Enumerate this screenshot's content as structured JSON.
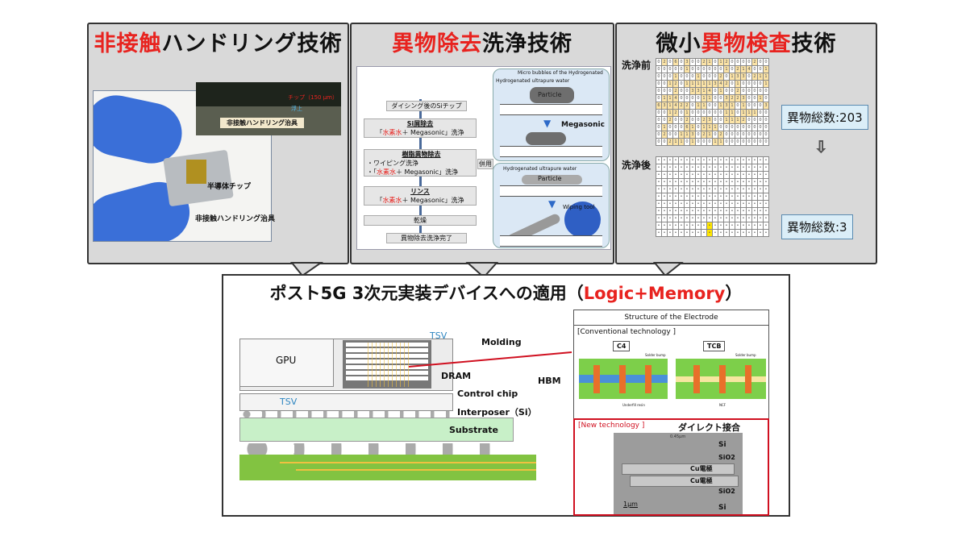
{
  "panels": {
    "handling": {
      "title_red": "非接触",
      "title_black": "ハンドリング技術",
      "chip_label": "チップ（150 μm）",
      "float_label": "浮上",
      "jig_label_inset": "非接触ハンドリング治具",
      "chip_callout": "半導体チップ",
      "jig_callout": "非接触ハンドリング治具"
    },
    "cleaning": {
      "title_red": "異物除去",
      "title_black": "洗浄技術",
      "flow": [
        {
          "text": "ダイシング後のSiチップ"
        },
        {
          "head": "Si屑除去",
          "pre": "「",
          "red": "水素水",
          "post": "＋ Megasonic」洗浄"
        },
        {
          "head": "樹脂異物除去",
          "line1": "・ワイピング洗浄",
          "pre": "・「",
          "red": "水素水",
          "post": "＋ Megasonic」洗浄",
          "side": "併用"
        },
        {
          "head": "リンス",
          "pre": "「",
          "red": "水素水",
          "post": "＋ Megasonic」洗浄"
        },
        {
          "text": "乾燥"
        },
        {
          "text": "異物除去洗浄完了"
        }
      ],
      "bubble1": {
        "micro": "Micro bubbles of the Hydrogenated",
        "water": "Hydrogenated ultrapure water",
        "particle": "Particle",
        "megasonic": "Megasonic"
      },
      "bubble2": {
        "water": "Hydrogenated ultrapure water",
        "particle": "Particle",
        "tool": "Wiping tool"
      }
    },
    "inspection": {
      "title_black1": "微小",
      "title_red": "異物検査",
      "title_black2": "技術",
      "before_label": "洗浄前",
      "after_label": "洗浄後",
      "before_count": "異物総数:203",
      "after_count": "異物総数:3",
      "before_grid": [
        [
          0,
          2,
          0,
          6,
          0,
          3,
          0,
          0,
          2,
          1,
          0,
          1,
          2,
          0,
          0,
          0,
          0,
          2,
          0,
          0
        ],
        [
          0,
          0,
          0,
          0,
          0,
          1,
          0,
          0,
          0,
          0,
          0,
          0,
          1,
          0,
          2,
          1,
          4,
          0,
          0,
          1
        ],
        [
          0,
          0,
          0,
          1,
          0,
          0,
          0,
          1,
          0,
          0,
          0,
          2,
          0,
          1,
          3,
          3,
          0,
          2,
          1,
          1
        ],
        [
          0,
          0,
          1,
          2,
          0,
          1,
          1,
          1,
          1,
          1,
          3,
          4,
          2,
          0,
          1,
          0,
          0,
          0,
          0,
          1
        ],
        [
          0,
          0,
          0,
          2,
          0,
          0,
          3,
          3,
          1,
          4,
          0,
          1,
          0,
          0,
          2,
          0,
          0,
          0,
          0,
          0
        ],
        [
          0,
          1,
          1,
          4,
          0,
          0,
          0,
          0,
          1,
          1,
          0,
          0,
          3,
          2,
          2,
          3,
          0,
          0,
          1,
          0
        ],
        [
          6,
          3,
          1,
          4,
          2,
          2,
          0,
          1,
          1,
          0,
          0,
          1,
          3,
          1,
          0,
          1,
          0,
          0,
          0,
          3
        ],
        [
          0,
          0,
          1,
          2,
          0,
          1,
          0,
          0,
          0,
          0,
          0,
          0,
          1,
          1,
          0,
          1,
          1,
          1,
          0,
          0
        ],
        [
          0,
          0,
          2,
          0,
          0,
          2,
          0,
          0,
          2,
          3,
          0,
          0,
          1,
          1,
          1,
          2,
          0,
          0,
          0,
          0
        ],
        [
          0,
          1,
          0,
          0,
          0,
          6,
          1,
          0,
          1,
          1,
          1,
          0,
          0,
          0,
          0,
          0,
          0,
          0,
          0,
          0
        ],
        [
          0,
          2,
          0,
          0,
          1,
          1,
          3,
          0,
          2,
          1,
          0,
          2,
          0,
          0,
          0,
          0,
          0,
          0,
          0,
          0
        ],
        [
          0,
          0,
          2,
          1,
          1,
          0,
          1,
          0,
          0,
          0,
          1,
          1,
          0,
          0,
          0,
          0,
          0,
          0,
          0,
          0
        ]
      ]
    }
  },
  "application": {
    "title_black": "ポスト5G 3次元実装デバイスへの適用（",
    "title_red": "Logic+Memory",
    "title_end": "）",
    "package": {
      "tsv_top": "TSV",
      "molding": "Molding",
      "gpu": "GPU",
      "dram": "DRAM",
      "hbm": "HBM",
      "control": "Control chip",
      "tsv_bottom": "TSV",
      "interposer": "Interposer（Si）",
      "substrate": "Substrate"
    },
    "electrode": {
      "title": "Structure of the Electrode",
      "conventional": "[Conventional technology ]",
      "c4": "C4",
      "tcb": "TCB",
      "solder": "Solder bump",
      "underfill": "Underfill resin",
      "ncf": "NCF",
      "new": "[New technology ]",
      "direct": "ダイレクト接合",
      "width": "0.45μm",
      "si": "Si",
      "cu": "Cu電極",
      "sio2": "SiO2",
      "scale": "1μm"
    }
  },
  "colors": {
    "accent_red": "#e8231f",
    "tsv_blue": "#2e86c1",
    "panel_gray": "#d9d9d9"
  }
}
